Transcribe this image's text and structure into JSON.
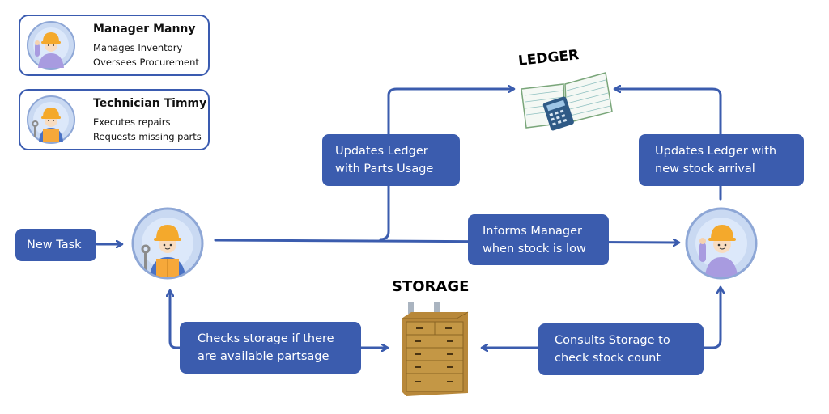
{
  "legend": [
    {
      "name": "Manager Manny",
      "lines": [
        "Manages Inventory",
        "Oversees Procurement"
      ],
      "avatar": "manager-avatar"
    },
    {
      "name": "Technician Timmy",
      "lines": [
        "Executes repairs",
        "Requests missing parts"
      ],
      "avatar": "technician-avatar"
    }
  ],
  "nodes": {
    "ledger_title": "LEDGER",
    "storage_title": "STORAGE",
    "new_task": "New Task"
  },
  "boxes": {
    "updates_ledger_parts": [
      "Updates Ledger",
      "with Parts Usage"
    ],
    "updates_ledger_stock": [
      "Updates Ledger with",
      "new stock arrival"
    ],
    "informs_manager": [
      "Informs Manager",
      "when stock is low"
    ],
    "checks_storage": [
      "Checks storage if there",
      "are available partsage"
    ],
    "consults_storage": [
      "Consults Storage to",
      "check stock count"
    ]
  },
  "colors": {
    "accent": "#3b5cae",
    "avatar_ring": "#8ea7d6",
    "avatar_fill": "#c9d9f2"
  }
}
